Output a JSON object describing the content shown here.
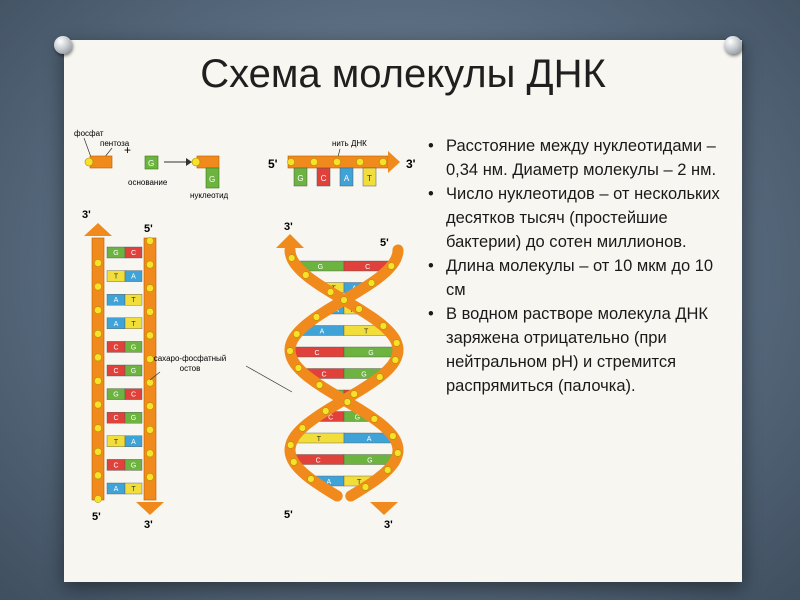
{
  "slide": {
    "title": "Схема молекулы ДНК",
    "bullets": [
      "Расстояние между нуклеотидами – 0,34 нм. Диаметр молекулы – 2 нм.",
      "Число нуклеотидов – от нескольких десятков тысяч (простейшие бактерии) до сотен миллионов.",
      "Длина молекулы – от 10 мкм до 10 см",
      "В водном растворе молекула ДНК заряжена отрицательно (при нейтральном pH) и стремится распрямиться (палочка)."
    ]
  },
  "diagram": {
    "labels": {
      "phosphate": "фосфат",
      "pentose": "пентоза",
      "plus": "+",
      "base": "основание",
      "nucleotide": "нуклеотид",
      "strand": "нить ДНК",
      "backbone_line1": "сахаро-фосфатный",
      "backbone_line2": "остов",
      "end5": "5'",
      "end3": "3'",
      "base_g": "G"
    },
    "strand_bases": [
      "G",
      "C",
      "A",
      "T"
    ],
    "ladder_left": [
      "G",
      "T",
      "A",
      "A",
      "C",
      "C",
      "G",
      "C",
      "T",
      "C",
      "A"
    ],
    "ladder_right": [
      "C",
      "A",
      "T",
      "T",
      "G",
      "G",
      "C",
      "G",
      "A",
      "G",
      "T"
    ],
    "helix_left": [
      "G",
      "T",
      "A",
      "A",
      "C",
      "C",
      "G",
      "C",
      "T",
      "C",
      "A"
    ],
    "helix_right": [
      "C",
      "A",
      "T",
      "T",
      "G",
      "G",
      "C",
      "G",
      "A",
      "G",
      "T"
    ],
    "colors": {
      "backbone": "#f08a1c",
      "phosphate": "#f7e12a",
      "G": "#6cb33f",
      "C": "#e0413a",
      "A": "#3fa3d8",
      "T": "#f1de3a"
    }
  }
}
